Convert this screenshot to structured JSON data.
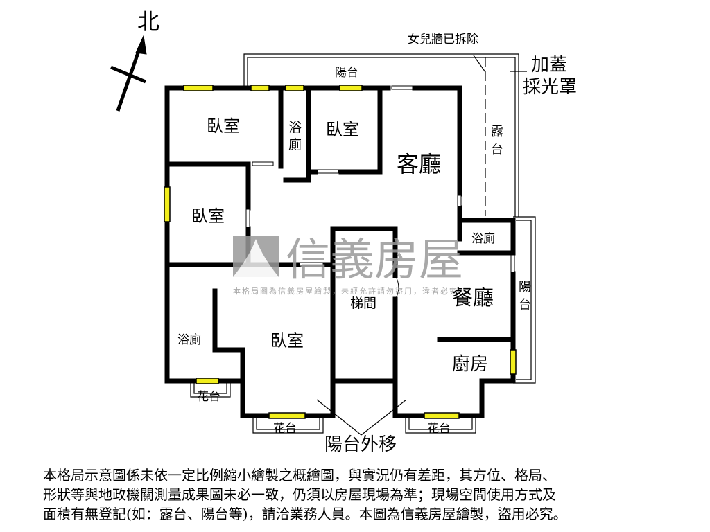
{
  "compass": {
    "north_label": "北"
  },
  "annotations": {
    "parapet_removed": "女兒牆已拆除",
    "added_skylight_line1": "加蓋",
    "added_skylight_line2": "採光罩",
    "balcony_moved_out": "陽台外移"
  },
  "rooms": {
    "balcony_top": "陽台",
    "bedroom_1": "臥室",
    "bath_1_a": "浴",
    "bath_1_b": "廁",
    "bedroom_2": "臥室",
    "living_room": "客廳",
    "terrace_a": "露",
    "terrace_b": "台",
    "bedroom_3": "臥室",
    "bath_2": "浴廁",
    "stairwell": "梯間",
    "dining_room": "餐廳",
    "balcony_right_a": "陽",
    "balcony_right_b": "台",
    "bath_3": "浴廁",
    "bedroom_4": "臥室",
    "kitchen": "廚房",
    "planter_1": "花台",
    "planter_2": "花台",
    "planter_3": "花台"
  },
  "watermark": {
    "brand": "信義房屋",
    "notice": "本格局圖為信義房屋繪製，未經允許請勿盜用，違者必究"
  },
  "colors": {
    "wall": "#000000",
    "window": "#f2ee1c",
    "watermark": "#9a9a9a"
  },
  "disclaimer": [
    "本格局示意圖係未依一定比例縮小繪製之概繪圖，與實況仍有差距，其方位、格局、",
    "形狀等與地政機關測量成果圖未必一致，仍須以房屋現場為準；現場空間使用方式及",
    "面積有無登記(如：露台、陽台等)，請洽業務人員。本圖為信義房屋繪製，盜用必究。"
  ]
}
